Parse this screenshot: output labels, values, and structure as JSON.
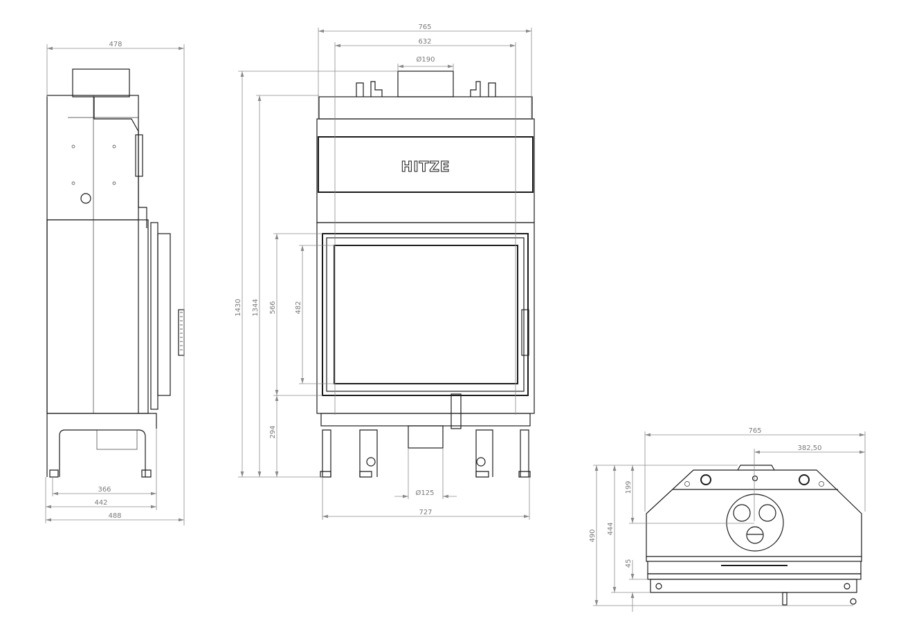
{
  "drawing": {
    "brand_logo": "HITZE",
    "side_view": {
      "dims": {
        "depth_top": "478",
        "feet_spacing": "366",
        "base_depth": "442",
        "total_depth": "488"
      }
    },
    "front_view": {
      "dims": {
        "total_width": "765",
        "inner_width": "632",
        "flue_diameter": "Ø190",
        "total_height": "1430",
        "body_height": "1344",
        "door_height": "566",
        "glass_height": "482",
        "base_height": "294",
        "air_inlet_diameter": "Ø125",
        "feet_width": "727"
      }
    },
    "top_view": {
      "dims": {
        "total_width": "765",
        "half_width": "382,50",
        "total_depth": "490",
        "body_depth": "444",
        "flue_offset": "199",
        "door_depth": "45"
      }
    }
  }
}
